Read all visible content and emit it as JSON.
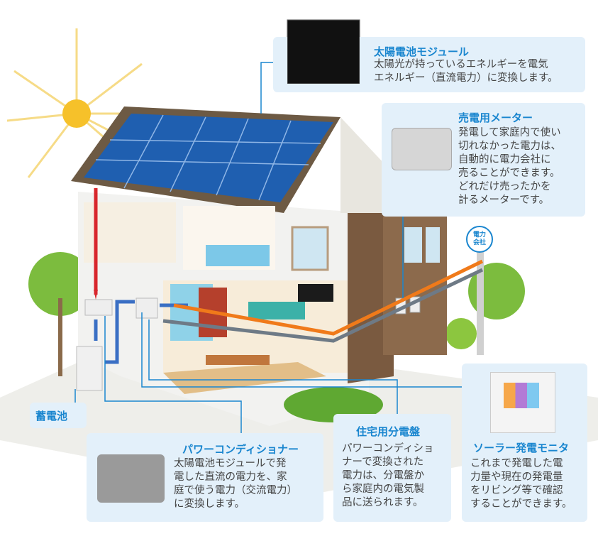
{
  "solar_module": {
    "title": "太陽電池モジュール",
    "text": "太陽光が持っているエネルギーを電気\nエネルギー（直流電力）に変換します。"
  },
  "meter": {
    "title": "売電用メーター",
    "text": "発電して家庭内で使い\n切れなかった電力は、\n自動的に電力会社に\n売ることができます。\nどれだけ売ったかを\n計るメーターです。"
  },
  "utility": {
    "label": "電力\n会社"
  },
  "battery": {
    "title": "蓄電池"
  },
  "power_conditioner": {
    "title": "パワーコンディショナー",
    "text": "太陽電池モジュールで発\n電した直流の電力を、家\n庭で使う電力（交流電力）\nに変換します。"
  },
  "distribution_board": {
    "title": "住宅用分電盤",
    "text": "パワーコンディショ\nナーで変換された\n電力は、分電盤か\nら家庭内の電気製\n品に送られます。"
  },
  "monitor": {
    "title": "ソーラー発電モニタ",
    "text": "これまで発電した電\n力量や現在の発電量\nをリビング等で確認\nすることができます。"
  },
  "colors": {
    "accent": "#1a86cf",
    "box": "#e3f0fa",
    "dc_arrow": "#d8262c",
    "ac_arrow": "#3a6fc4",
    "sell_arrow": "#f07a1a"
  }
}
